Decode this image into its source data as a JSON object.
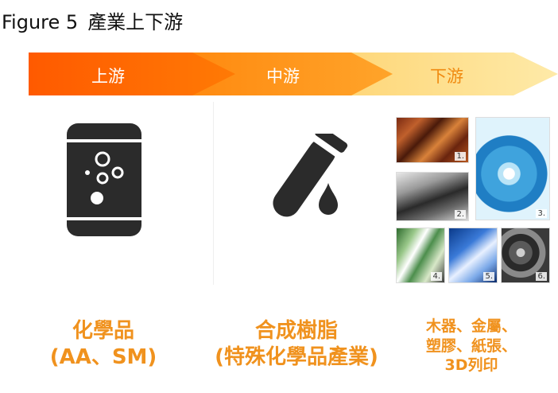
{
  "figure": {
    "label": "Figure 5",
    "title": "產業上下游"
  },
  "stages": [
    {
      "label": "上游"
    },
    {
      "label": "中游"
    },
    {
      "label": "下游"
    }
  ],
  "captions": {
    "upstream": {
      "line1": "化學品",
      "line2": "(AA、SM)"
    },
    "midstream": {
      "line1": "合成樹脂",
      "line2": "(特殊化學品產業)"
    },
    "downstream": {
      "line1": "木器、金屬、",
      "line2": "塑膠、紙張、",
      "line3": "3D列印"
    }
  },
  "photo_numbers": [
    "1.",
    "2.",
    "3.",
    "4.",
    "5.",
    "6."
  ],
  "colors": {
    "upstream": "#ff6a00",
    "midstream": "#ff9a1a",
    "downstream": "#fde59a",
    "caption": "#f0921e"
  }
}
